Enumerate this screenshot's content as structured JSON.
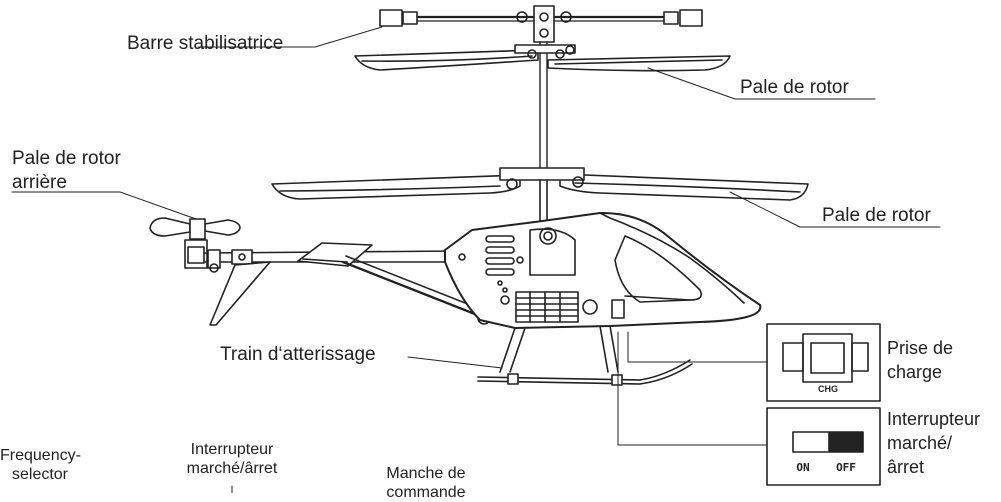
{
  "labels": {
    "stabilizer_bar": "Barre stabilisatrice",
    "main_rotor_blade_top": "Pale de rotor",
    "tail_rotor_blade": "Pale de rotor arrière",
    "main_rotor_blade_bottom": "Pale de rotor",
    "landing_gear": "Train d‘atterissage",
    "charging_port": "Prise de charge",
    "power_switch": "Interrupteur marché/ ârret",
    "frequency_selector": "Frequency-selector",
    "controller_power_switch": "Interrupteur marché/ârret",
    "control_stick": "Manche de commande"
  },
  "label_lines": {
    "tail_rotor_1": "Pale de rotor",
    "tail_rotor_2": "arrière",
    "charging_1": "Prise de",
    "charging_2": "charge",
    "switch_1": "Interrupteur",
    "switch_2": "marché/",
    "switch_3": "ârret",
    "freq_1": "Frequency-",
    "freq_2": "selector",
    "ctrl_switch_1": "Interrupteur",
    "ctrl_switch_2": "marché/ârret",
    "stick_1": "Manche de",
    "stick_2": "commande"
  },
  "inset_texts": {
    "chg": "CHG",
    "on": "ON",
    "off": "OFF"
  }
}
